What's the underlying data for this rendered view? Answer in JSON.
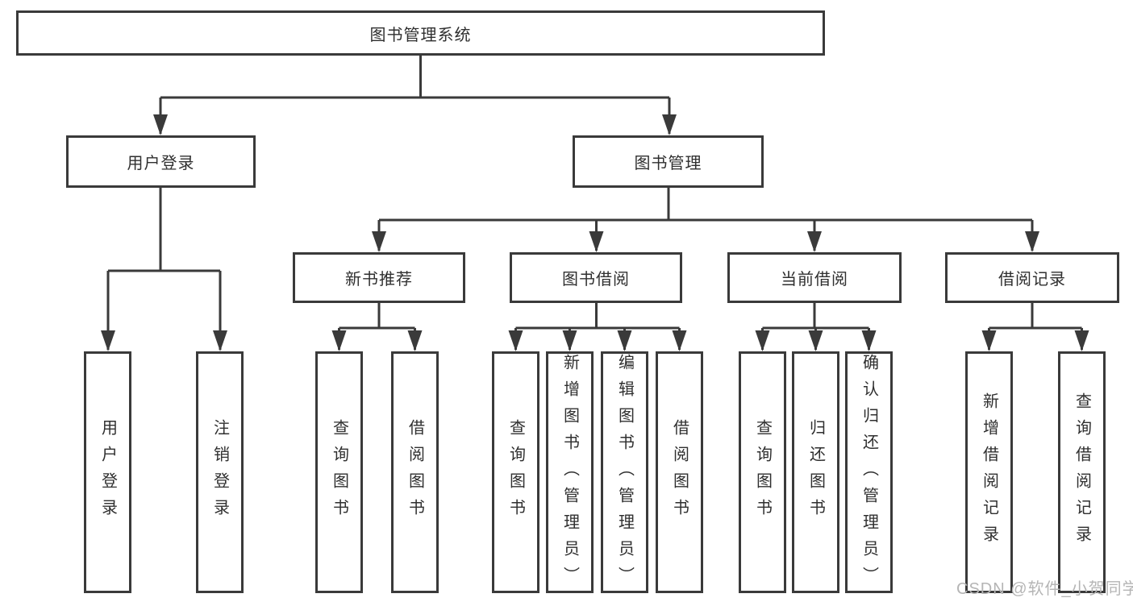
{
  "diagram": {
    "title": "图书管理系统",
    "colors": {
      "line": "#3a3a3a",
      "box_border": "#3a3a3a",
      "text": "#2f2f2f",
      "background": "#ffffff",
      "watermark": "#b5b5b5"
    },
    "tree": {
      "root": {
        "label": "图书管理系统"
      },
      "level2": [
        {
          "label": "用户登录",
          "children": [
            {
              "label": "用户登录"
            },
            {
              "label": "注销登录"
            }
          ]
        },
        {
          "label": "图书管理",
          "children": [
            {
              "label": "新书推荐",
              "children": [
                {
                  "label": "查询图书"
                },
                {
                  "label": "借阅图书"
                }
              ]
            },
            {
              "label": "图书借阅",
              "children": [
                {
                  "label": "查询图书"
                },
                {
                  "label": "新增图书（管理员）"
                },
                {
                  "label": "编辑图书（管理员）"
                },
                {
                  "label": "借阅图书"
                }
              ]
            },
            {
              "label": "当前借阅",
              "children": [
                {
                  "label": "查询图书"
                },
                {
                  "label": "归还图书"
                },
                {
                  "label": "确认归还（管理员）"
                }
              ]
            },
            {
              "label": "借阅记录",
              "children": [
                {
                  "label": "新增借阅记录"
                },
                {
                  "label": "查询借阅记录"
                }
              ]
            }
          ]
        }
      ]
    },
    "watermark": {
      "text": "CSDN @软件_小贺同学"
    }
  }
}
